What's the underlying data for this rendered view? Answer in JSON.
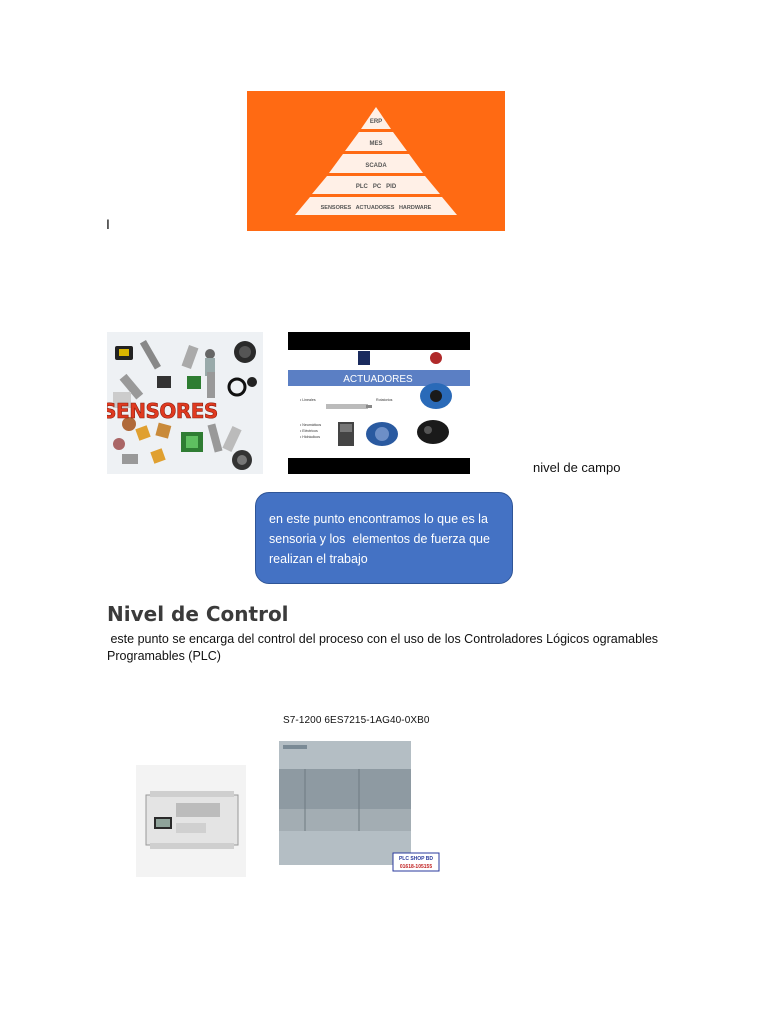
{
  "pyramid": {
    "levels": [
      "ERP",
      "MES",
      "SCADA",
      "PLC   PC   PID",
      "SENSORES   ACTUADORES   HARDWARE"
    ]
  },
  "cursor_mark": "I",
  "sensors_image": {
    "label": "SENSORES"
  },
  "actuators_slide": {
    "title": "ACTUADORES",
    "items_left": [
      "• Lineales",
      "• Neumáticos",
      "• Eléctricos",
      "• Hidráulicos"
    ],
    "items_right": [
      "Rotatorios"
    ]
  },
  "campo_label": "nivel de campo",
  "callout": {
    "lines": [
      "en este punto encontramos lo que es la",
      "sensoria y los  elementos de fuerza que",
      "realizan el trabajo"
    ]
  },
  "section": {
    "heading": "Nivel de Control",
    "paragraph_lines": [
      " este punto se encarga del control del proceso con el uso de los Controladores Lógicos ogramables",
      "Programables (PLC)"
    ]
  },
  "plc_image": {
    "caption": "S7-1200 6ES7215-1AG40-0XB0",
    "badge_line1": "PLC SHOP BD",
    "badge_line2": "01618-105155"
  },
  "colors": {
    "pyramid_bg": "#ff6a13",
    "callout_bg": "#4472c4",
    "callout_border": "#2f5597",
    "heading": "#3b3b3b"
  }
}
